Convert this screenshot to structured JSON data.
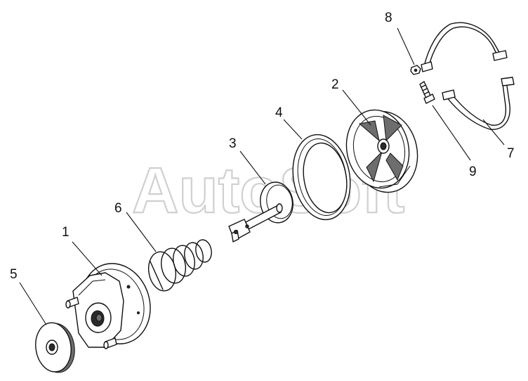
{
  "watermark": "AutoSoft",
  "callouts": [
    {
      "id": "1",
      "text": "1"
    },
    {
      "id": "2",
      "text": "2"
    },
    {
      "id": "3",
      "text": "3"
    },
    {
      "id": "4",
      "text": "4"
    },
    {
      "id": "5",
      "text": "5"
    },
    {
      "id": "6",
      "text": "6"
    },
    {
      "id": "7",
      "text": "7"
    },
    {
      "id": "8",
      "text": "8"
    },
    {
      "id": "9",
      "text": "9"
    }
  ]
}
